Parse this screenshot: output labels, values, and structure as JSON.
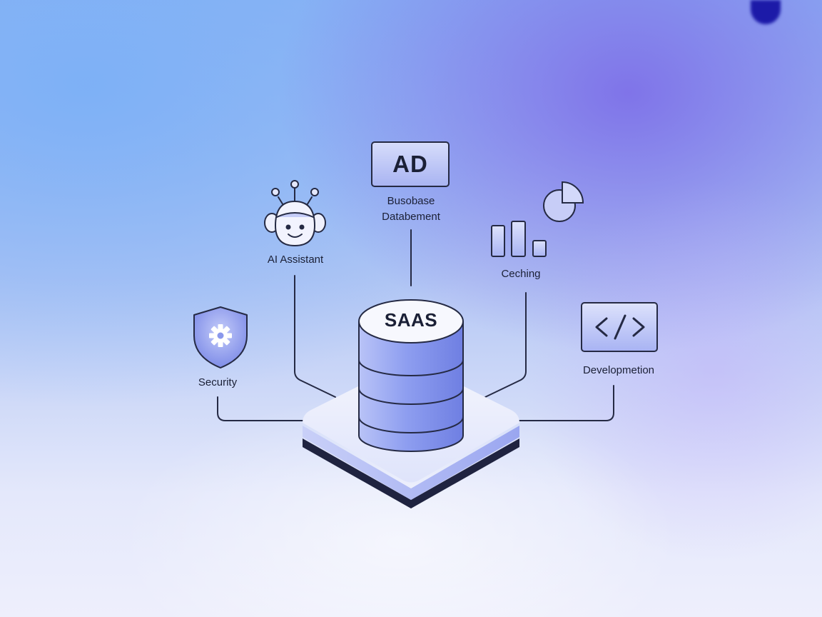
{
  "center": {
    "label": "SAAS"
  },
  "nodes": {
    "ad_badge": "AD",
    "database": {
      "line1": "Busobase",
      "line2": "Databement"
    },
    "ai_assistant": "AI Assistant",
    "caching": "Ceching",
    "security": "Security",
    "development": "Developmetion"
  },
  "colors": {
    "ink": "#1b2036",
    "accent_light": "#d6dcfb",
    "accent": "#8f9ff0",
    "accent_deep": "#7e70e8"
  },
  "icons": [
    "robot-icon",
    "bar-chart-icon",
    "pie-chart-icon",
    "shield-gear-icon",
    "code-icon",
    "database-cylinder-icon"
  ]
}
